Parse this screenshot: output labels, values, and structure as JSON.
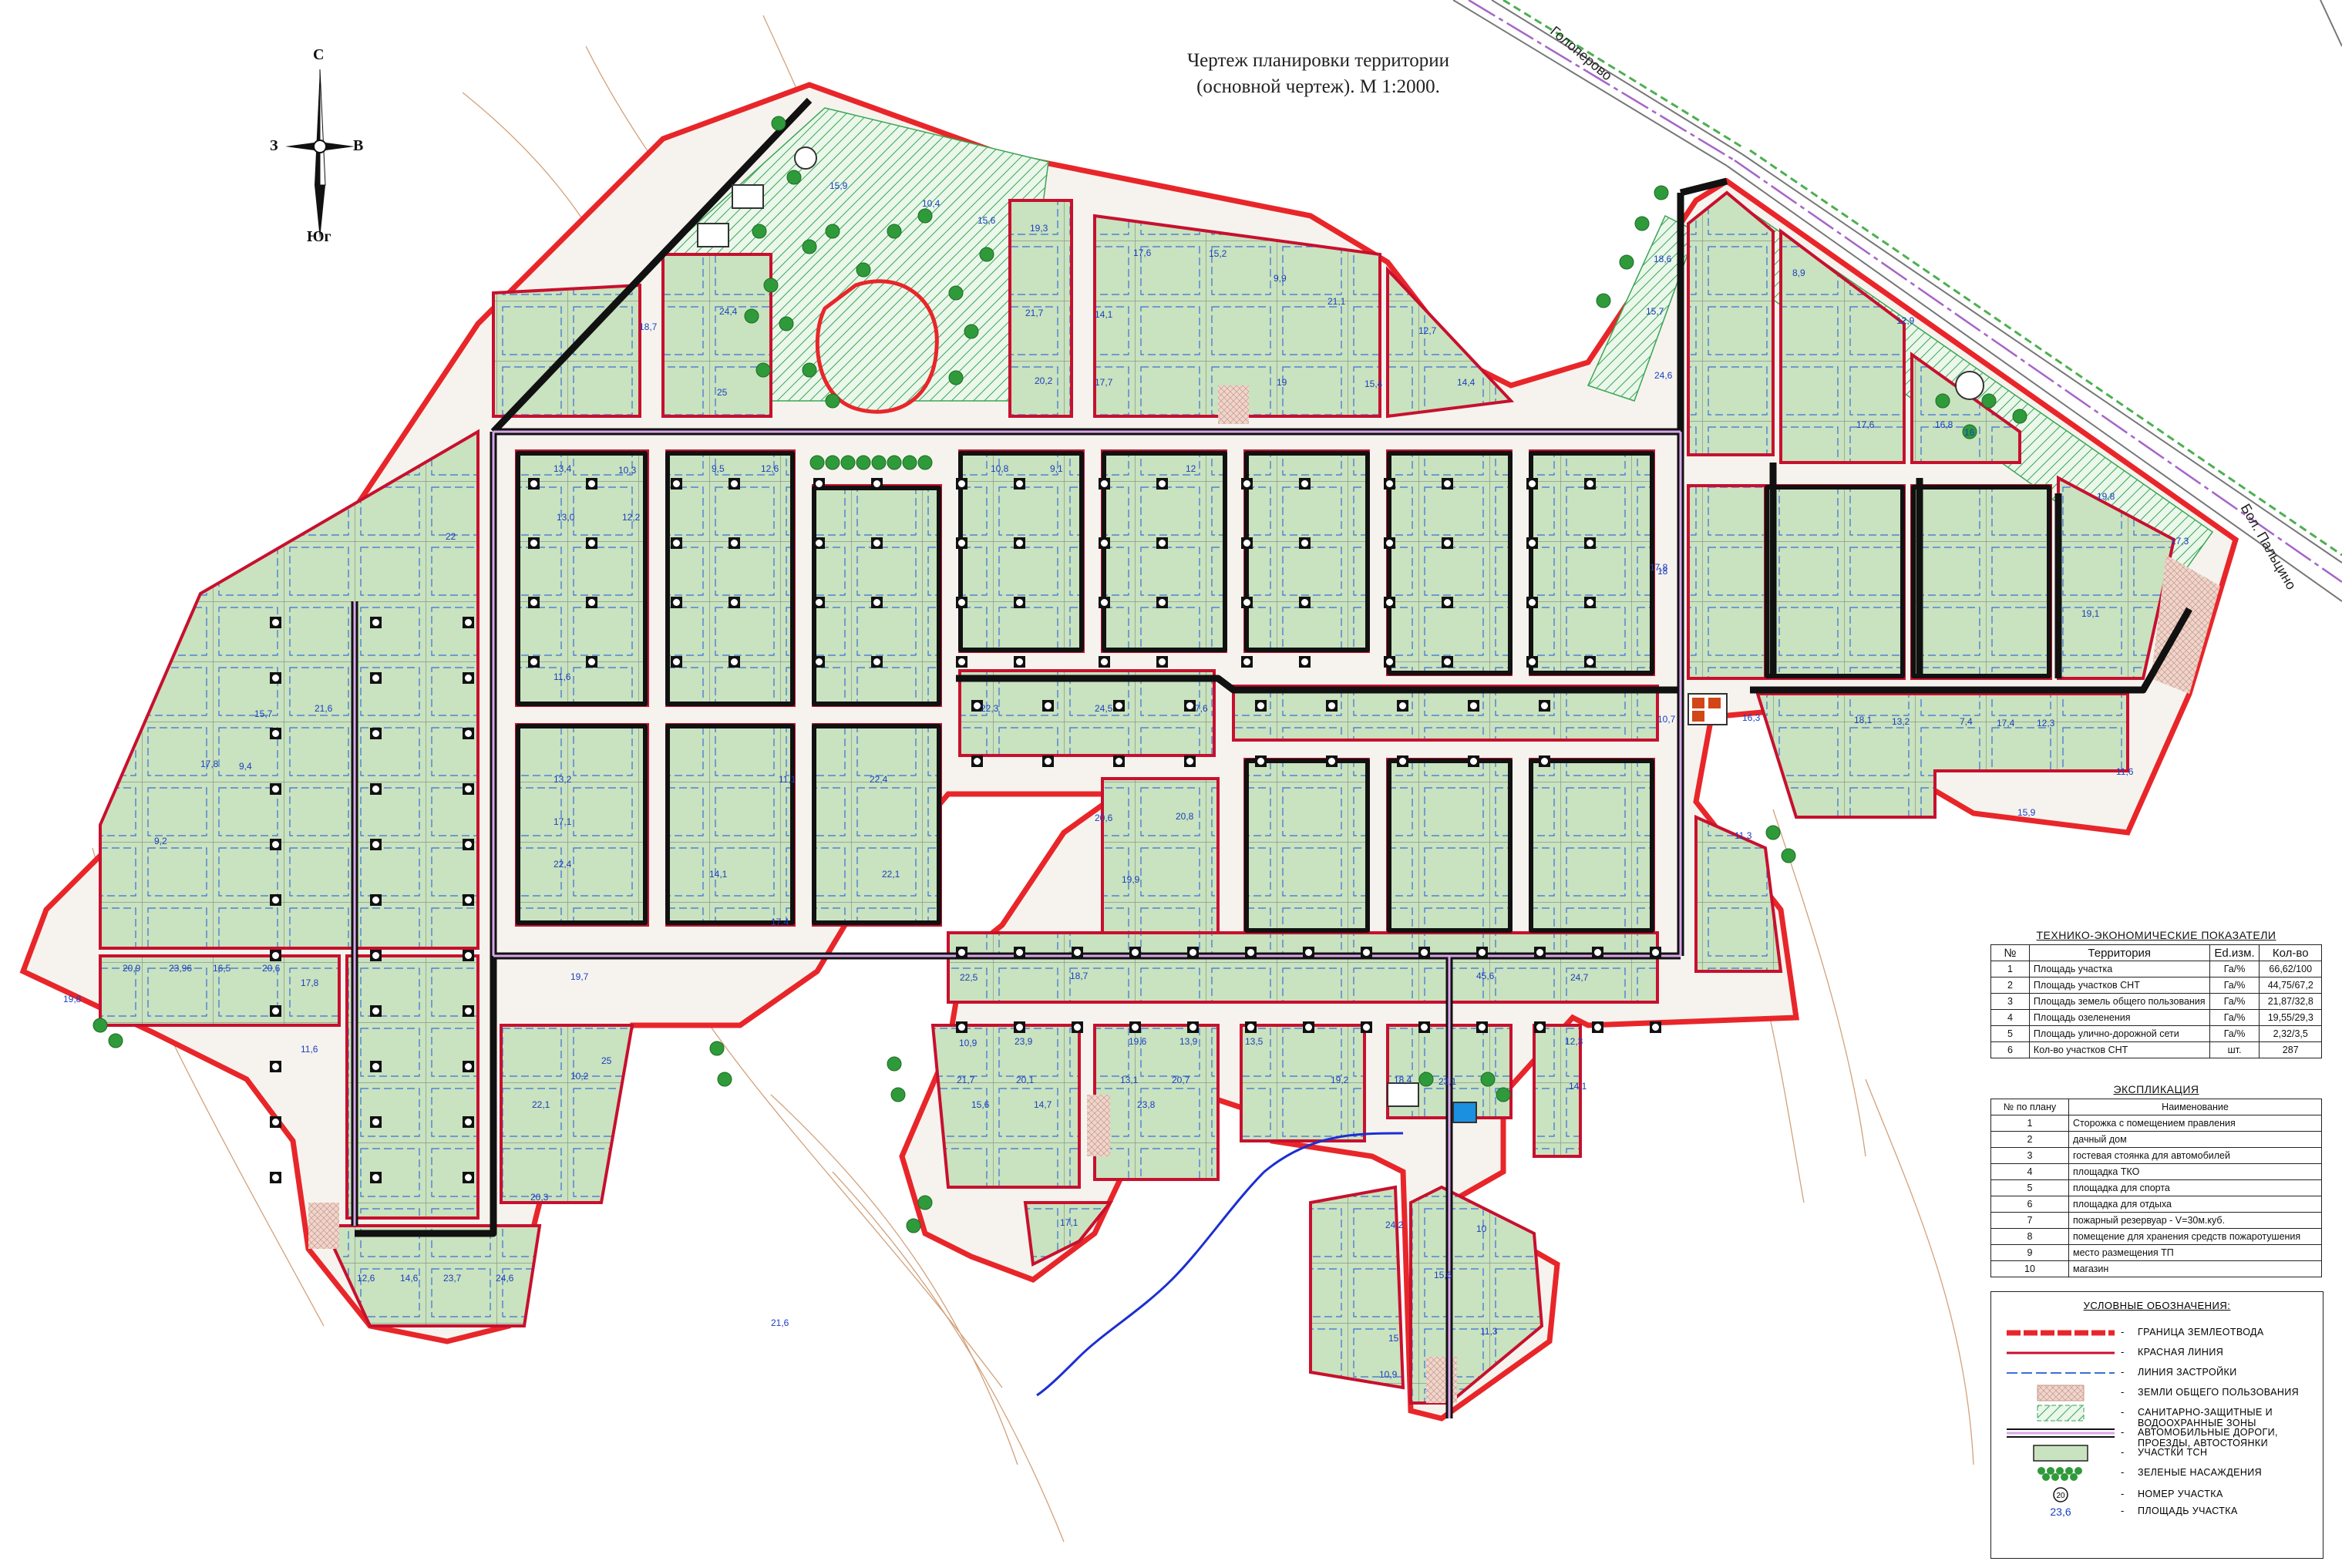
{
  "title": {
    "line1": "Чертеж планировки территории",
    "line2": "(основной чертеж).  М 1:2000."
  },
  "compass": {
    "north": "С",
    "south": "Юг",
    "west": "З",
    "east": "В"
  },
  "roads": {
    "top": "Голоперово",
    "right": "Бол. Пальцино"
  },
  "colors": {
    "boundary": "#e8262a",
    "red_line": "#c8102e",
    "road": "#111111",
    "plot_fill": "#c9e2bf",
    "build_line": "#3a6fd8",
    "contour": "#c88a5a",
    "green": "#2f9a3a",
    "common": "#e9c9bc",
    "stream": "#1c2fd1"
  },
  "tep": {
    "title": "ТЕХНИКО-ЭКОНОМИЧЕСКИЕ ПОКАЗАТЕЛИ",
    "headers": [
      "№",
      "Территория",
      "Ed.изм.",
      "Кол-во"
    ],
    "rows": [
      [
        "1",
        "Площадь участка",
        "Га/%",
        "66,62/100"
      ],
      [
        "2",
        "Площадь участков СНТ",
        "Га/%",
        "44,75/67,2"
      ],
      [
        "3",
        "Площадь земель общего пользования",
        "Га/%",
        "21,87/32,8"
      ],
      [
        "4",
        "Площадь озеленения",
        "Га/%",
        "19,55/29,3"
      ],
      [
        "5",
        "Площадь улично-дорожной сети",
        "Га/%",
        "2,32/3,5"
      ],
      [
        "6",
        "Кол-во участков СНТ",
        "шт.",
        "287"
      ]
    ]
  },
  "explication": {
    "title": "ЭКСПЛИКАЦИЯ",
    "headers": [
      "№ по плану",
      "Наименование"
    ],
    "rows": [
      [
        "1",
        "Сторожка с помещением правления"
      ],
      [
        "2",
        "дачный дом"
      ],
      [
        "3",
        "гостевая стоянка для автомобилей"
      ],
      [
        "4",
        "площадка ТКО"
      ],
      [
        "5",
        "площадка для спорта"
      ],
      [
        "6",
        "площадка для отдыха"
      ],
      [
        "7",
        "пожарный резервуар - V=30м.куб."
      ],
      [
        "8",
        "помещение для хранения средств пожаротушения"
      ],
      [
        "9",
        "место размещения ТП"
      ],
      [
        "10",
        "магазин"
      ]
    ]
  },
  "legend": {
    "title": "УСЛОВНЫЕ ОБОЗНАЧЕНИЯ:",
    "items": [
      {
        "label": "ГРАНИЦА ЗЕМЛЕОТВОДА",
        "icon": "boundary-line"
      },
      {
        "label": "КРАСНАЯ ЛИНИЯ",
        "icon": "red-line"
      },
      {
        "label": "ЛИНИЯ ЗАСТРОЙКИ",
        "icon": "build-line"
      },
      {
        "label": "ЗЕМЛИ ОБЩЕГО ПОЛЬЗОВАНИЯ",
        "icon": "common-land"
      },
      {
        "label": "САНИТАРНО-ЗАЩИТНЫЕ И ВОДООХРАННЫЕ ЗОНЫ",
        "icon": "protection-zone"
      },
      {
        "label": "АВТОМОБИЛЬНЫЕ ДОРОГИ, ПРОЕЗДЫ, АВТОСТОЯНКИ",
        "icon": "road"
      },
      {
        "label": "УЧАСТКИ ТСН",
        "icon": "plot"
      },
      {
        "label": "ЗЕЛЕНЫЕ НАСАЖДЕНИЯ",
        "icon": "trees"
      },
      {
        "label": "НОМЕР УЧАСТКА",
        "icon": "plot-number",
        "sample": "20"
      },
      {
        "label": "ПЛОЩАДЬ УЧАСТКА",
        "icon": "plot-area",
        "sample": "23,6"
      }
    ]
  },
  "plot_areas": [
    {
      "v": "15,9"
    },
    {
      "v": "10,4"
    },
    {
      "v": "15,6"
    },
    {
      "v": "19,3"
    },
    {
      "v": "17,6"
    },
    {
      "v": "15,2"
    },
    {
      "v": "9,9"
    },
    {
      "v": "18,7"
    },
    {
      "v": "24,4"
    },
    {
      "v": "21,7"
    },
    {
      "v": "14,1"
    },
    {
      "v": "21,1"
    },
    {
      "v": "12,7"
    },
    {
      "v": "15,4"
    },
    {
      "v": "25"
    },
    {
      "v": "20,2"
    },
    {
      "v": "17,7"
    },
    {
      "v": "19"
    },
    {
      "v": "14,4"
    },
    {
      "v": "18,6"
    },
    {
      "v": "15,7"
    },
    {
      "v": "24,6"
    },
    {
      "v": "8,9"
    },
    {
      "v": "12,9"
    },
    {
      "v": "17,6"
    },
    {
      "v": "16,8"
    },
    {
      "v": "16"
    },
    {
      "v": "19,8"
    },
    {
      "v": "13,4"
    },
    {
      "v": "10,3"
    },
    {
      "v": "9,5"
    },
    {
      "v": "12,6"
    },
    {
      "v": "10,8"
    },
    {
      "v": "9,1"
    },
    {
      "v": "12"
    },
    {
      "v": "22"
    },
    {
      "v": "13,0"
    },
    {
      "v": "12,2"
    },
    {
      "v": "17,3"
    },
    {
      "v": "17,8"
    },
    {
      "v": "18"
    },
    {
      "v": "19,1"
    },
    {
      "v": "11,6"
    },
    {
      "v": "21,6"
    },
    {
      "v": "22,3"
    },
    {
      "v": "24,5"
    },
    {
      "v": "7,6"
    },
    {
      "v": "10,7"
    },
    {
      "v": "16,3"
    },
    {
      "v": "18,1"
    },
    {
      "v": "13,2"
    },
    {
      "v": "7,4"
    },
    {
      "v": "17,4"
    },
    {
      "v": "12,3"
    },
    {
      "v": "9,4"
    },
    {
      "v": "13,2"
    },
    {
      "v": "11,1"
    },
    {
      "v": "22,4"
    },
    {
      "v": "20,6"
    },
    {
      "v": "20,8"
    },
    {
      "v": "11,6"
    },
    {
      "v": "15,9"
    },
    {
      "v": "17,1"
    },
    {
      "v": "22,4"
    },
    {
      "v": "11,3"
    },
    {
      "v": "9,2"
    },
    {
      "v": "14,1"
    },
    {
      "v": "22,1"
    },
    {
      "v": "19,9"
    },
    {
      "v": "19,8"
    },
    {
      "v": "20,9"
    },
    {
      "v": "23,96"
    },
    {
      "v": "16,5"
    },
    {
      "v": "20,6"
    },
    {
      "v": "17,8"
    },
    {
      "v": "19,7"
    },
    {
      "v": "22,5"
    },
    {
      "v": "18,7"
    },
    {
      "v": "45,6"
    },
    {
      "v": "24,7"
    },
    {
      "v": "13,5"
    },
    {
      "v": "11,6"
    },
    {
      "v": "10,2"
    },
    {
      "v": "10,9"
    },
    {
      "v": "23,9"
    },
    {
      "v": "19,6"
    },
    {
      "v": "13,9"
    },
    {
      "v": "12,3"
    },
    {
      "v": "21,7"
    },
    {
      "v": "20,1"
    },
    {
      "v": "13,1"
    },
    {
      "v": "20,7"
    },
    {
      "v": "19,2"
    },
    {
      "v": "18,4"
    },
    {
      "v": "23,1"
    },
    {
      "v": "14,1"
    },
    {
      "v": "22,1"
    },
    {
      "v": "15,6"
    },
    {
      "v": "14,7"
    },
    {
      "v": "23,8"
    },
    {
      "v": "20,3"
    },
    {
      "v": "17,1"
    },
    {
      "v": "12,6"
    },
    {
      "v": "14,6"
    },
    {
      "v": "23,7"
    },
    {
      "v": "24,6"
    },
    {
      "v": "24,2"
    },
    {
      "v": "10"
    },
    {
      "v": "15,6"
    },
    {
      "v": "15"
    },
    {
      "v": "11,3"
    },
    {
      "v": "10,9"
    },
    {
      "v": "21,6"
    },
    {
      "v": "17,4"
    },
    {
      "v": "25"
    },
    {
      "v": "15,7"
    },
    {
      "v": "17,8"
    }
  ]
}
